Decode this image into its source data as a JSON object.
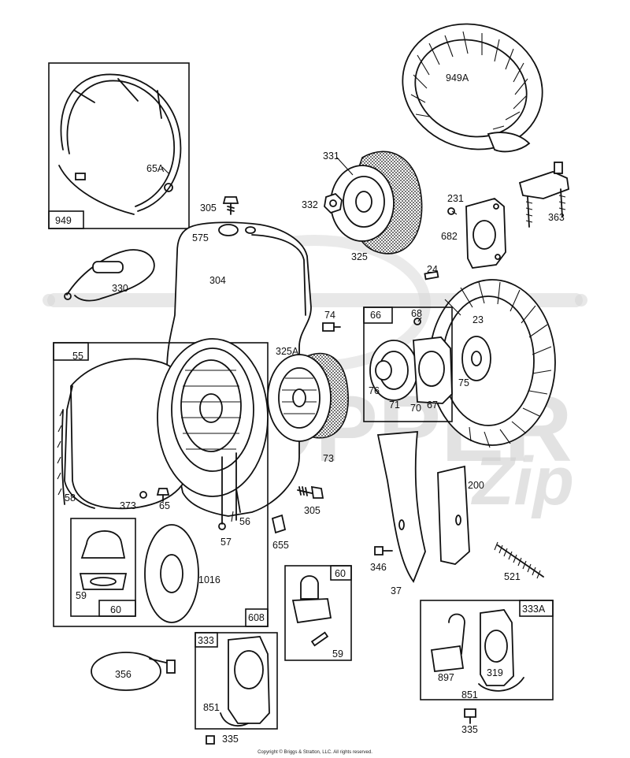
{
  "watermark": {
    "text": "SHOPPER",
    "script": "Zip"
  },
  "copyright": "Copyright © Briggs & Stratton, LLC. All rights reserved.",
  "labels": {
    "l949": "949",
    "l65A": "65A",
    "l330": "330",
    "l305a": "305",
    "l575": "575",
    "l304": "304",
    "l331": "331",
    "l332": "332",
    "l325": "325",
    "l949A": "949A",
    "l231": "231",
    "l682": "682",
    "l363": "363",
    "l24": "24",
    "l23": "23",
    "l74": "74",
    "l66": "66",
    "l68": "68",
    "l76": "76",
    "l71": "71",
    "l70": "70",
    "l67": "67",
    "l75": "75",
    "l325A": "325A",
    "l73": "73",
    "l55": "55",
    "l58": "58",
    "l373": "373",
    "l65": "65",
    "l56": "56",
    "l57": "57",
    "l305b": "305",
    "l655": "655",
    "l200": "200",
    "l346": "346",
    "l37": "37",
    "l521": "521",
    "l59a": "59",
    "l60a": "60",
    "l1016": "1016",
    "l608": "608",
    "l60b": "60",
    "l59b": "59",
    "l333": "333",
    "l356": "356",
    "l851a": "851",
    "l335a": "335",
    "l333A": "333A",
    "l897": "897",
    "l319": "319",
    "l851b": "851",
    "l335b": "335"
  }
}
